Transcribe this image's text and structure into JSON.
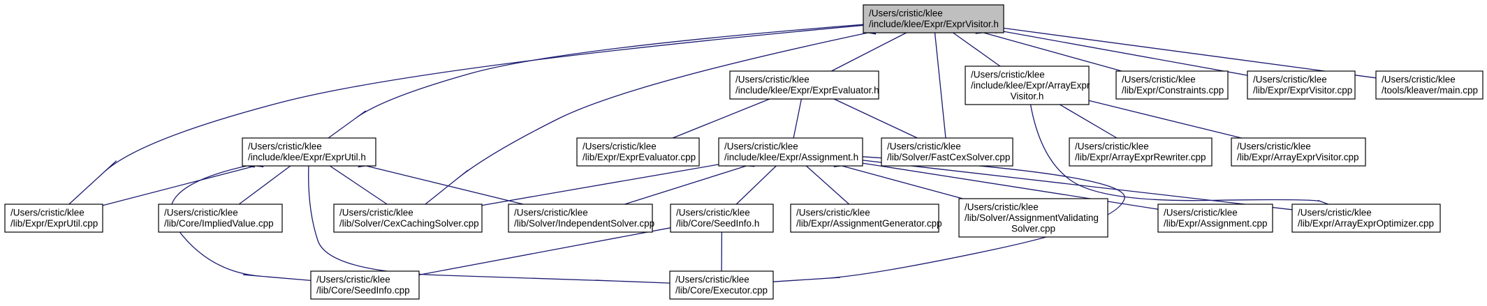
{
  "colors": {
    "edge": "#191970",
    "root_fill": "#bfbfbf",
    "node_fill": "#ffffff",
    "border": "#000000"
  },
  "nodes": [
    {
      "id": "exprvisitor_h",
      "lines": [
        "/Users/cristic/klee",
        "/include/klee/Expr/ExprVisitor.h"
      ],
      "root": true
    },
    {
      "id": "exprevaluator_h",
      "lines": [
        "/Users/cristic/klee",
        "/include/klee/Expr/ExprEvaluator.h"
      ]
    },
    {
      "id": "arrayexprvisitor_h",
      "lines": [
        "/Users/cristic/klee",
        "/include/klee/Expr/ArrayExpr",
        "Visitor.h"
      ]
    },
    {
      "id": "constraints_cpp",
      "lines": [
        "/Users/cristic/klee",
        "/lib/Expr/Constraints.cpp"
      ]
    },
    {
      "id": "exprvisitor_cpp",
      "lines": [
        "/Users/cristic/klee",
        "/lib/Expr/ExprVisitor.cpp"
      ]
    },
    {
      "id": "kleaver_main_cpp",
      "lines": [
        "/Users/cristic/klee",
        "/tools/kleaver/main.cpp"
      ]
    },
    {
      "id": "exprutil_h",
      "lines": [
        "/Users/cristic/klee",
        "/include/klee/Expr/ExprUtil.h"
      ]
    },
    {
      "id": "exprevaluator_cpp",
      "lines": [
        "/Users/cristic/klee",
        "/lib/Expr/ExprEvaluator.cpp"
      ]
    },
    {
      "id": "assignment_h",
      "lines": [
        "/Users/cristic/klee",
        "/include/klee/Expr/Assignment.h"
      ]
    },
    {
      "id": "fastcexsolver_cpp",
      "lines": [
        "/Users/cristic/klee",
        "/lib/Solver/FastCexSolver.cpp"
      ]
    },
    {
      "id": "arrayexprrewriter_cpp",
      "lines": [
        "/Users/cristic/klee",
        "/lib/Expr/ArrayExprRewriter.cpp"
      ]
    },
    {
      "id": "arrayexprvisitor_cpp",
      "lines": [
        "/Users/cristic/klee",
        "/lib/Expr/ArrayExprVisitor.cpp"
      ]
    },
    {
      "id": "exprutil_cpp",
      "lines": [
        "/Users/cristic/klee",
        "/lib/Expr/ExprUtil.cpp"
      ]
    },
    {
      "id": "impliedvalue_cpp",
      "lines": [
        "/Users/cristic/klee",
        "/lib/Core/ImpliedValue.cpp"
      ]
    },
    {
      "id": "cexcachingsolver_cpp",
      "lines": [
        "/Users/cristic/klee",
        "/lib/Solver/CexCachingSolver.cpp"
      ]
    },
    {
      "id": "independentsolver_cpp",
      "lines": [
        "/Users/cristic/klee",
        "/lib/Solver/IndependentSolver.cpp"
      ]
    },
    {
      "id": "seedinfo_h",
      "lines": [
        "/Users/cristic/klee",
        "/lib/Core/SeedInfo.h"
      ]
    },
    {
      "id": "assignmentgenerator_cpp",
      "lines": [
        "/Users/cristic/klee",
        "/lib/Expr/AssignmentGenerator.cpp"
      ]
    },
    {
      "id": "assignmentvalidating_cpp",
      "lines": [
        "/Users/cristic/klee",
        "/lib/Solver/AssignmentValidating",
        "Solver.cpp"
      ]
    },
    {
      "id": "assignment_cpp",
      "lines": [
        "/Users/cristic/klee",
        "/lib/Expr/Assignment.cpp"
      ]
    },
    {
      "id": "arrayexproptimizer_cpp",
      "lines": [
        "/Users/cristic/klee",
        "/lib/Expr/ArrayExprOptimizer.cpp"
      ]
    },
    {
      "id": "seedinfo_cpp",
      "lines": [
        "/Users/cristic/klee",
        "/lib/Core/SeedInfo.cpp"
      ]
    },
    {
      "id": "executor_cpp",
      "lines": [
        "/Users/cristic/klee",
        "/lib/Core/Executor.cpp"
      ]
    }
  ],
  "edges": [
    {
      "from": "exprvisitor_h",
      "to": "exprevaluator_h"
    },
    {
      "from": "exprvisitor_h",
      "to": "arrayexprvisitor_h"
    },
    {
      "from": "exprvisitor_h",
      "to": "constraints_cpp"
    },
    {
      "from": "exprvisitor_h",
      "to": "exprvisitor_cpp"
    },
    {
      "from": "exprvisitor_h",
      "to": "kleaver_main_cpp"
    },
    {
      "from": "exprvisitor_h",
      "to": "exprutil_h"
    },
    {
      "from": "exprvisitor_h",
      "to": "fastcexsolver_cpp"
    },
    {
      "from": "exprvisitor_h",
      "to": "exprutil_cpp"
    },
    {
      "from": "exprvisitor_h",
      "to": "cexcachingsolver_cpp"
    },
    {
      "from": "exprevaluator_h",
      "to": "exprevaluator_cpp"
    },
    {
      "from": "exprevaluator_h",
      "to": "assignment_h"
    },
    {
      "from": "exprevaluator_h",
      "to": "fastcexsolver_cpp"
    },
    {
      "from": "arrayexprvisitor_h",
      "to": "arrayexprrewriter_cpp"
    },
    {
      "from": "arrayexprvisitor_h",
      "to": "arrayexprvisitor_cpp"
    },
    {
      "from": "arrayexprvisitor_h",
      "to": "arrayexproptimizer_cpp"
    },
    {
      "from": "exprutil_h",
      "to": "exprutil_cpp"
    },
    {
      "from": "exprutil_h",
      "to": "impliedvalue_cpp"
    },
    {
      "from": "exprutil_h",
      "to": "cexcachingsolver_cpp"
    },
    {
      "from": "exprutil_h",
      "to": "independentsolver_cpp"
    },
    {
      "from": "exprutil_h",
      "to": "seedinfo_cpp"
    },
    {
      "from": "exprutil_h",
      "to": "executor_cpp"
    },
    {
      "from": "assignment_h",
      "to": "cexcachingsolver_cpp"
    },
    {
      "from": "assignment_h",
      "to": "independentsolver_cpp"
    },
    {
      "from": "assignment_h",
      "to": "seedinfo_h"
    },
    {
      "from": "assignment_h",
      "to": "assignmentgenerator_cpp"
    },
    {
      "from": "assignment_h",
      "to": "assignmentvalidating_cpp"
    },
    {
      "from": "assignment_h",
      "to": "assignment_cpp"
    },
    {
      "from": "assignment_h",
      "to": "arrayexproptimizer_cpp"
    },
    {
      "from": "assignment_h",
      "to": "executor_cpp"
    },
    {
      "from": "seedinfo_h",
      "to": "seedinfo_cpp"
    },
    {
      "from": "seedinfo_h",
      "to": "executor_cpp"
    }
  ]
}
